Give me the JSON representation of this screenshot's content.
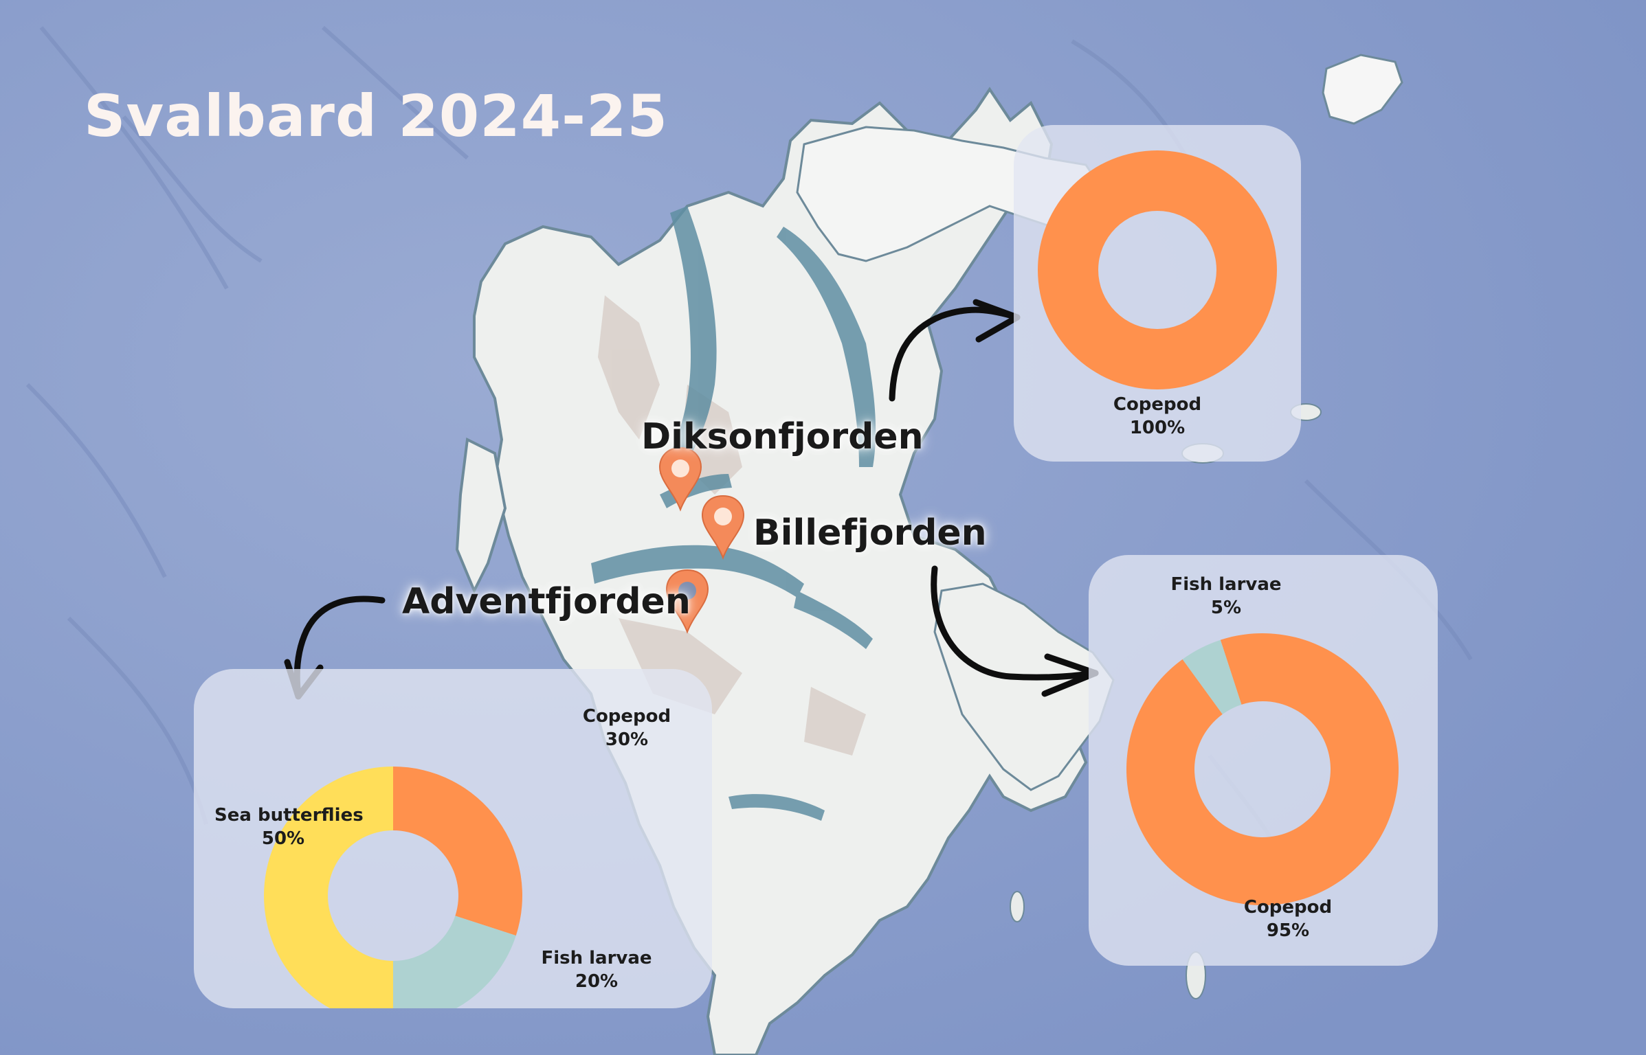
{
  "title": "Svalbard 2024-25",
  "colors": {
    "ocean": "#8b9ecb",
    "land": "#f1f2f0",
    "copepod": "#ff914d",
    "fish_larvae": "#aed2d1",
    "sea_butterflies": "#ffde59",
    "marker": "#f48a5a"
  },
  "places": {
    "diksonfjorden": "Diksonfjorden",
    "billefjorden": "Billefjorden",
    "adventfjorden": "Adventfjorden"
  },
  "icons": [
    "map-pin-icon",
    "curved-arrow-icon"
  ],
  "chart_data": [
    {
      "type": "pie",
      "location": "Diksonfjorden",
      "style": "donut",
      "categories": [
        "Copepod"
      ],
      "values": [
        100
      ],
      "labels": [
        {
          "name": "Copepod",
          "value": "100%"
        }
      ]
    },
    {
      "type": "pie",
      "location": "Billefjorden",
      "style": "donut",
      "categories": [
        "Copepod",
        "Fish larvae"
      ],
      "values": [
        95,
        5
      ],
      "labels": [
        {
          "name": "Fish larvae",
          "value": "5%"
        },
        {
          "name": "Copepod",
          "value": "95%"
        }
      ]
    },
    {
      "type": "pie",
      "location": "Adventfjorden",
      "style": "donut",
      "categories": [
        "Copepod",
        "Fish larvae",
        "Sea butterflies"
      ],
      "values": [
        30,
        20,
        50
      ],
      "labels": [
        {
          "name": "Copepod",
          "value": "30%"
        },
        {
          "name": "Fish larvae",
          "value": "20%"
        },
        {
          "name": "Sea butterflies",
          "value": "50%"
        }
      ]
    }
  ]
}
